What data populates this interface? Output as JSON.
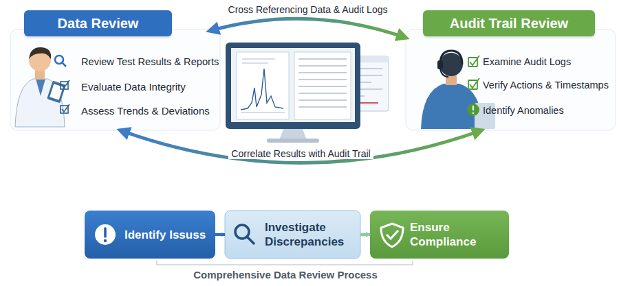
{
  "diagram": {
    "caption": "Comprehensive Data Review Process",
    "nodes": [
      {
        "text": [
          "Data Review",
          "Review Test Results & Reports",
          "Evaluate Data Integrity",
          "Assess Trends & Deviations"
        ]
      },
      {
        "text": [
          "Audit Trail Review",
          "Examine Audit Logs",
          "Verify Actions & Timestamps",
          "Identify Anomalies"
        ]
      },
      {
        "text": [
          "Identify Issuss"
        ]
      },
      {
        "text": [
          "Investigate Discrepancies"
        ]
      },
      {
        "text": [
          "Ensure Compliance"
        ]
      }
    ],
    "edges": [
      {
        "from": 0,
        "to": 1,
        "label": "Cross Referencing Data & Audit Logs",
        "arrow": "both"
      },
      {
        "from": 0,
        "to": 1,
        "label": "Correlate Results with Audit Trail",
        "arrow": "both"
      },
      {
        "from": 2,
        "to": 3,
        "arrow": "to"
      },
      {
        "from": 3,
        "to": 4,
        "arrow": "to"
      }
    ]
  }
}
